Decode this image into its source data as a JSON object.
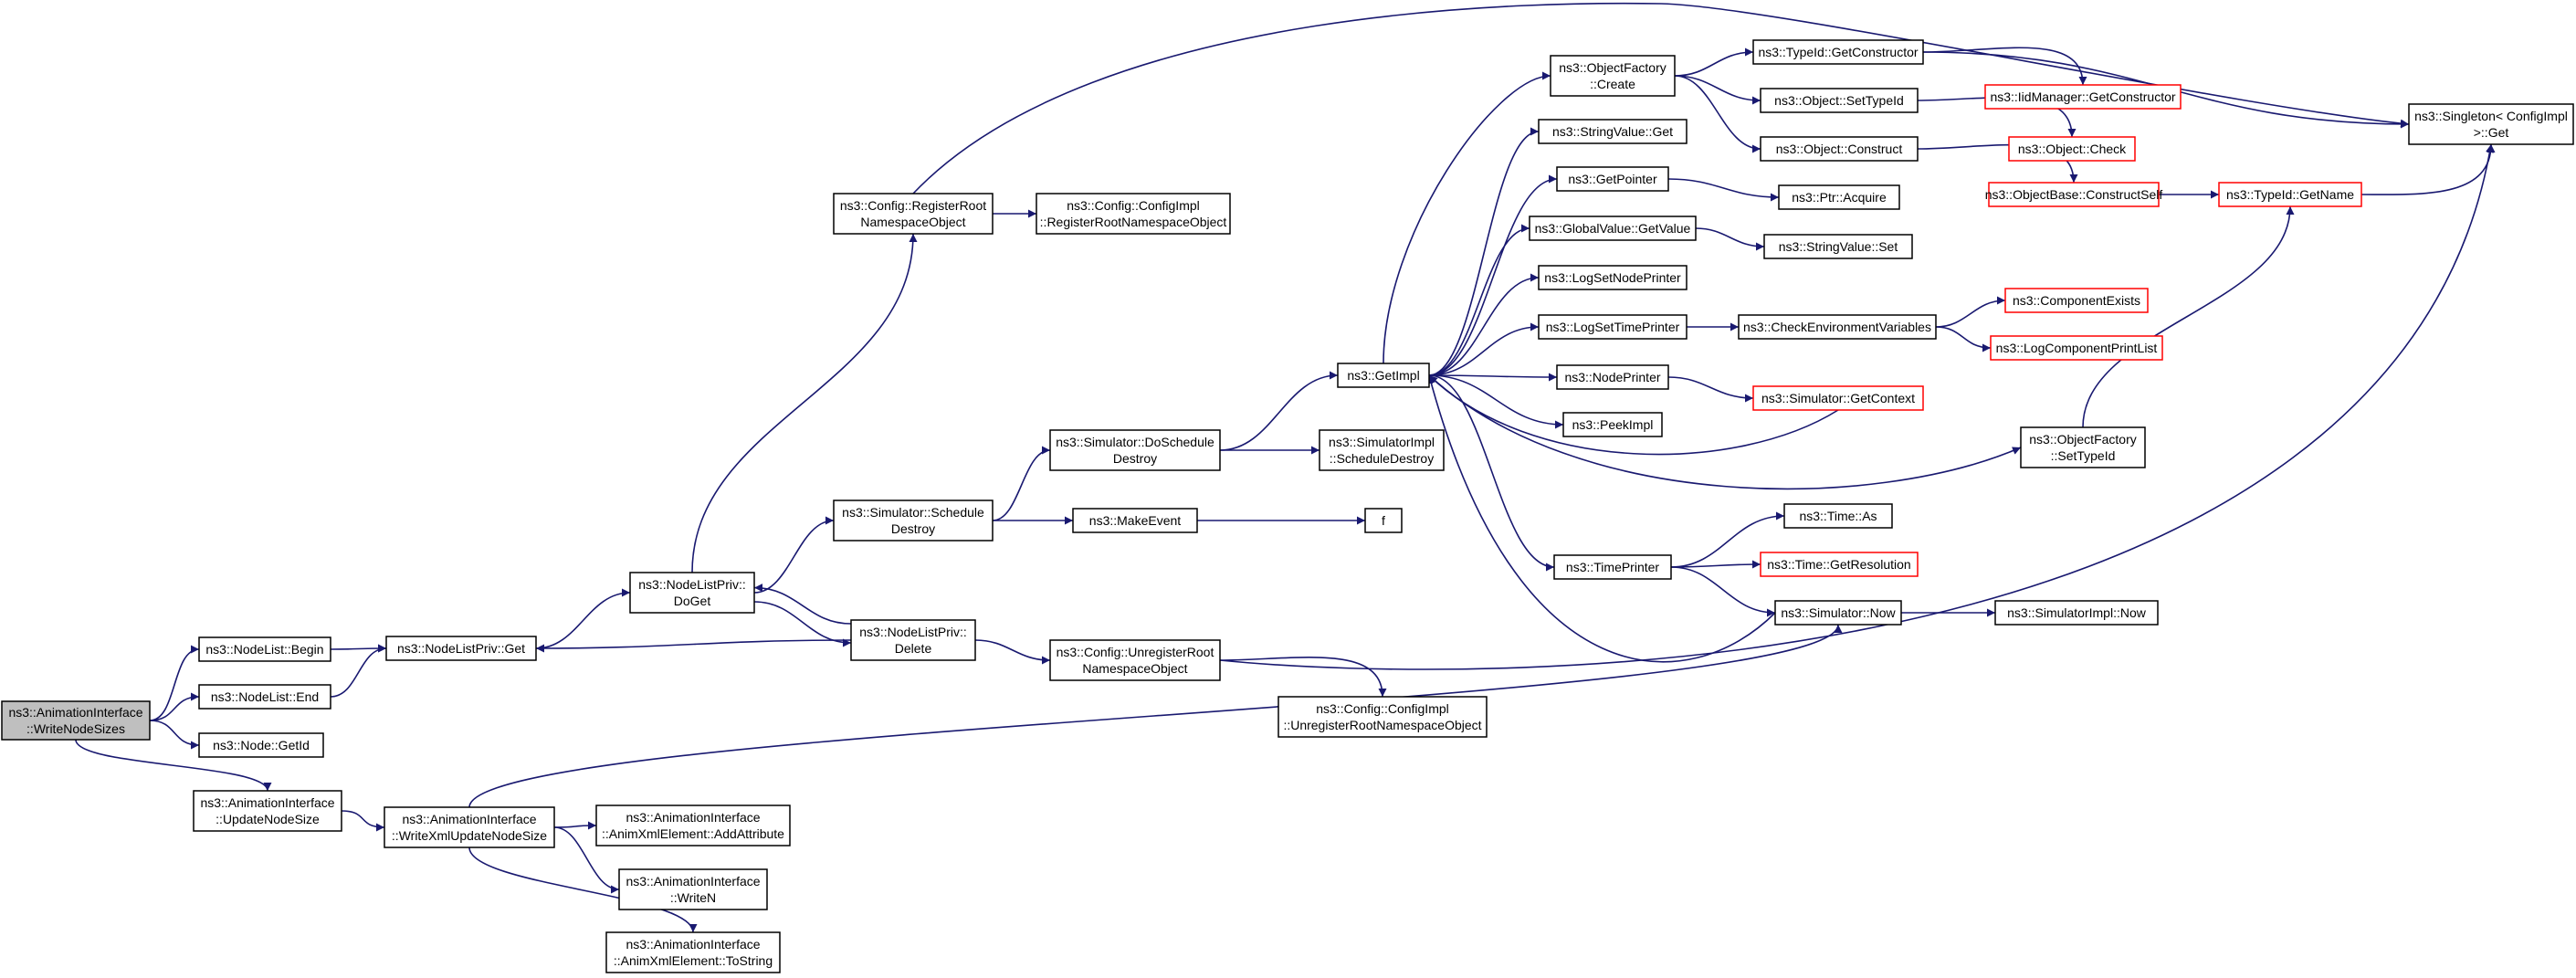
{
  "colors": {
    "edge": "#191970",
    "node_border": "#000000",
    "node_border_truncated": "#ff0000",
    "root_fill": "#bfbfbf",
    "node_fill": "#ffffff"
  },
  "nodes": [
    {
      "id": "write_node_sizes",
      "lines": [
        "ns3::AnimationInterface",
        "::WriteNodeSizes"
      ],
      "root": true
    },
    {
      "id": "nodelist_begin",
      "lines": [
        "ns3::NodeList::Begin"
      ]
    },
    {
      "id": "nodelist_end",
      "lines": [
        "ns3::NodeList::End"
      ]
    },
    {
      "id": "node_getid",
      "lines": [
        "ns3::Node::GetId"
      ]
    },
    {
      "id": "update_node_size",
      "lines": [
        "ns3::AnimationInterface",
        "::UpdateNodeSize"
      ]
    },
    {
      "id": "nodelistpriv_get",
      "lines": [
        "ns3::NodeListPriv::Get"
      ]
    },
    {
      "id": "write_xml_update_node_size",
      "lines": [
        "ns3::AnimationInterface",
        "::WriteXmlUpdateNodeSize"
      ]
    },
    {
      "id": "nodelistpriv_doget",
      "lines": [
        "ns3::NodeListPriv::",
        "DoGet"
      ]
    },
    {
      "id": "config_register_root",
      "lines": [
        "ns3::Config::RegisterRoot",
        "NamespaceObject"
      ]
    },
    {
      "id": "simulator_schedule_destroy",
      "lines": [
        "ns3::Simulator::Schedule",
        "Destroy"
      ]
    },
    {
      "id": "nodelistpriv_delete",
      "lines": [
        "ns3::NodeListPriv::",
        "Delete"
      ]
    },
    {
      "id": "anim_add_attribute",
      "lines": [
        "ns3::AnimationInterface",
        "::AnimXmlElement::AddAttribute"
      ]
    },
    {
      "id": "anim_writen",
      "lines": [
        "ns3::AnimationInterface",
        "::WriteN"
      ]
    },
    {
      "id": "anim_tostring",
      "lines": [
        "ns3::AnimationInterface",
        "::AnimXmlElement::ToString"
      ]
    },
    {
      "id": "configimpl_register_root",
      "lines": [
        "ns3::Config::ConfigImpl",
        "::RegisterRootNamespaceObject"
      ]
    },
    {
      "id": "simulator_do_schedule_destroy",
      "lines": [
        "ns3::Simulator::DoSchedule",
        "Destroy"
      ]
    },
    {
      "id": "make_event",
      "lines": [
        "ns3::MakeEvent"
      ]
    },
    {
      "id": "config_unregister_root",
      "lines": [
        "ns3::Config::UnregisterRoot",
        "NamespaceObject"
      ]
    },
    {
      "id": "simulatorimpl_schedule_destroy",
      "lines": [
        "ns3::SimulatorImpl",
        "::ScheduleDestroy"
      ]
    },
    {
      "id": "f",
      "lines": [
        "f"
      ]
    },
    {
      "id": "configimpl_unregister_root",
      "lines": [
        "ns3::Config::ConfigImpl",
        "::UnregisterRootNamespaceObject"
      ]
    },
    {
      "id": "getimpl",
      "lines": [
        "ns3::GetImpl"
      ]
    },
    {
      "id": "objectfactory_create",
      "lines": [
        "ns3::ObjectFactory",
        "::Create"
      ]
    },
    {
      "id": "stringvalue_get",
      "lines": [
        "ns3::StringValue::Get"
      ]
    },
    {
      "id": "getpointer",
      "lines": [
        "ns3::GetPointer"
      ]
    },
    {
      "id": "globalvalue_getvalue",
      "lines": [
        "ns3::GlobalValue::GetValue"
      ]
    },
    {
      "id": "logsetnodeprinter",
      "lines": [
        "ns3::LogSetNodePrinter"
      ]
    },
    {
      "id": "logsettimeprinter",
      "lines": [
        "ns3::LogSetTimePrinter"
      ]
    },
    {
      "id": "nodeprinter",
      "lines": [
        "ns3::NodePrinter"
      ]
    },
    {
      "id": "peekimpl",
      "lines": [
        "ns3::PeekImpl"
      ]
    },
    {
      "id": "timeprinter",
      "lines": [
        "ns3::TimePrinter"
      ]
    },
    {
      "id": "typeid_getconstructor",
      "lines": [
        "ns3::TypeId::GetConstructor"
      ]
    },
    {
      "id": "object_settypeid",
      "lines": [
        "ns3::Object::SetTypeId"
      ]
    },
    {
      "id": "object_construct",
      "lines": [
        "ns3::Object::Construct"
      ]
    },
    {
      "id": "ptr_acquire",
      "lines": [
        "ns3::Ptr::Acquire"
      ]
    },
    {
      "id": "stringvalue_set",
      "lines": [
        "ns3::StringValue::Set"
      ]
    },
    {
      "id": "check_env_vars",
      "lines": [
        "ns3::CheckEnvironmentVariables"
      ]
    },
    {
      "id": "simulator_getcontext",
      "lines": [
        "ns3::Simulator::GetContext"
      ],
      "truncated": true
    },
    {
      "id": "time_as",
      "lines": [
        "ns3::Time::As"
      ]
    },
    {
      "id": "time_getresolution",
      "lines": [
        "ns3::Time::GetResolution"
      ],
      "truncated": true
    },
    {
      "id": "simulator_now",
      "lines": [
        "ns3::Simulator::Now"
      ]
    },
    {
      "id": "objectfactory_settypeid",
      "lines": [
        "ns3::ObjectFactory",
        "::SetTypeId"
      ]
    },
    {
      "id": "iidmanager_getconstructor",
      "lines": [
        "ns3::IidManager::GetConstructor"
      ],
      "truncated": true
    },
    {
      "id": "object_check",
      "lines": [
        "ns3::Object::Check"
      ],
      "truncated": true
    },
    {
      "id": "objectbase_constructself",
      "lines": [
        "ns3::ObjectBase::ConstructSelf"
      ],
      "truncated": true
    },
    {
      "id": "typeid_getname",
      "lines": [
        "ns3::TypeId::GetName"
      ],
      "truncated": true
    },
    {
      "id": "component_exists",
      "lines": [
        "ns3::ComponentExists"
      ],
      "truncated": true
    },
    {
      "id": "log_component_print_list",
      "lines": [
        "ns3::LogComponentPrintList"
      ],
      "truncated": true
    },
    {
      "id": "simulatorimpl_now",
      "lines": [
        "ns3::SimulatorImpl::Now"
      ]
    },
    {
      "id": "singleton_get",
      "lines": [
        "ns3::Singleton< ConfigImpl",
        " >::Get"
      ]
    }
  ],
  "edges": [
    [
      "write_node_sizes",
      "nodelist_begin"
    ],
    [
      "write_node_sizes",
      "nodelist_end"
    ],
    [
      "write_node_sizes",
      "node_getid"
    ],
    [
      "write_node_sizes",
      "update_node_size"
    ],
    [
      "nodelist_begin",
      "nodelistpriv_get"
    ],
    [
      "nodelist_end",
      "nodelistpriv_get"
    ],
    [
      "update_node_size",
      "write_xml_update_node_size"
    ],
    [
      "nodelistpriv_get",
      "nodelistpriv_doget"
    ],
    [
      "write_xml_update_node_size",
      "anim_add_attribute"
    ],
    [
      "write_xml_update_node_size",
      "anim_writen"
    ],
    [
      "write_xml_update_node_size",
      "anim_tostring"
    ],
    [
      "write_xml_update_node_size",
      "simulator_now"
    ],
    [
      "nodelistpriv_doget",
      "config_register_root"
    ],
    [
      "nodelistpriv_doget",
      "simulator_schedule_destroy"
    ],
    [
      "nodelistpriv_doget",
      "nodelistpriv_delete"
    ],
    [
      "nodelistpriv_delete",
      "nodelistpriv_doget"
    ],
    [
      "nodelistpriv_delete",
      "nodelistpriv_get"
    ],
    [
      "nodelistpriv_delete",
      "config_unregister_root"
    ],
    [
      "config_register_root",
      "configimpl_register_root"
    ],
    [
      "config_register_root",
      "singleton_get"
    ],
    [
      "simulator_schedule_destroy",
      "simulator_do_schedule_destroy"
    ],
    [
      "simulator_schedule_destroy",
      "make_event"
    ],
    [
      "simulator_do_schedule_destroy",
      "getimpl"
    ],
    [
      "simulator_do_schedule_destroy",
      "simulatorimpl_schedule_destroy"
    ],
    [
      "make_event",
      "f"
    ],
    [
      "config_unregister_root",
      "configimpl_unregister_root"
    ],
    [
      "config_unregister_root",
      "singleton_get"
    ],
    [
      "getimpl",
      "objectfactory_create"
    ],
    [
      "getimpl",
      "stringvalue_get"
    ],
    [
      "getimpl",
      "getpointer"
    ],
    [
      "getimpl",
      "globalvalue_getvalue"
    ],
    [
      "getimpl",
      "logsetnodeprinter"
    ],
    [
      "getimpl",
      "logsettimeprinter"
    ],
    [
      "getimpl",
      "nodeprinter"
    ],
    [
      "getimpl",
      "peekimpl"
    ],
    [
      "getimpl",
      "timeprinter"
    ],
    [
      "getimpl",
      "objectfactory_settypeid"
    ],
    [
      "simulator_getcontext",
      "getimpl"
    ],
    [
      "simulator_now",
      "getimpl"
    ],
    [
      "objectfactory_create",
      "typeid_getconstructor"
    ],
    [
      "objectfactory_create",
      "object_settypeid"
    ],
    [
      "objectfactory_create",
      "object_construct"
    ],
    [
      "getpointer",
      "ptr_acquire"
    ],
    [
      "globalvalue_getvalue",
      "stringvalue_set"
    ],
    [
      "logsettimeprinter",
      "check_env_vars"
    ],
    [
      "nodeprinter",
      "simulator_getcontext"
    ],
    [
      "timeprinter",
      "time_as"
    ],
    [
      "timeprinter",
      "time_getresolution"
    ],
    [
      "timeprinter",
      "simulator_now"
    ],
    [
      "typeid_getconstructor",
      "iidmanager_getconstructor"
    ],
    [
      "typeid_getconstructor",
      "singleton_get"
    ],
    [
      "object_settypeid",
      "object_check"
    ],
    [
      "object_construct",
      "objectbase_constructself"
    ],
    [
      "objectbase_constructself",
      "typeid_getname"
    ],
    [
      "objectfactory_settypeid",
      "typeid_getname"
    ],
    [
      "typeid_getname",
      "singleton_get"
    ],
    [
      "check_env_vars",
      "component_exists"
    ],
    [
      "check_env_vars",
      "log_component_print_list"
    ],
    [
      "simulator_now",
      "simulatorimpl_now"
    ]
  ]
}
